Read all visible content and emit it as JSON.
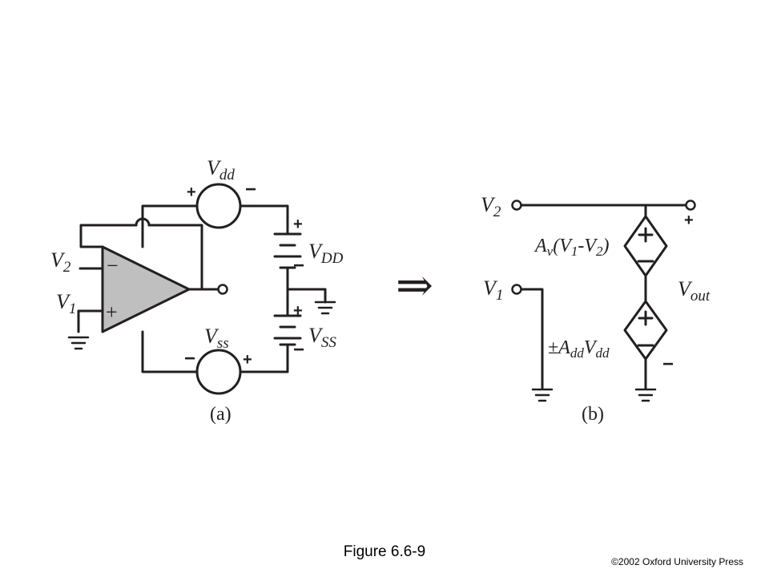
{
  "circuit_a": {
    "vdd_label": "V",
    "vdd_sub": "dd",
    "vss_label": "V",
    "vss_sub": "ss",
    "vDD_label": "V",
    "vDD_sub": "DD",
    "vSS_label": "V",
    "vSS_sub": "SS",
    "v1_label": "V",
    "v1_sub": "1",
    "v2_label": "V",
    "v2_sub": "2",
    "plus": "+",
    "minus": "−",
    "caption": "(a)"
  },
  "arrow": "⇒",
  "circuit_b": {
    "v1_label": "V",
    "v1_sub": "1",
    "v2_label": "V",
    "v2_sub": "2",
    "gain_source_label": {
      "a": "A",
      "a_sub": "v",
      "rest1": "(V",
      "s1": "1",
      "mid": "-V",
      "s2": "2",
      "close": ")"
    },
    "supply_source_label": {
      "pm": "±A",
      "a_sub": "dd",
      "v": "V",
      "v_sub": "dd"
    },
    "vout_label": "V",
    "vout_sub": "out",
    "plus": "+",
    "minus": "−",
    "caption": "(b)"
  },
  "figure_caption": "Figure 6.6-9",
  "copyright": "©2002 Oxford University Press"
}
